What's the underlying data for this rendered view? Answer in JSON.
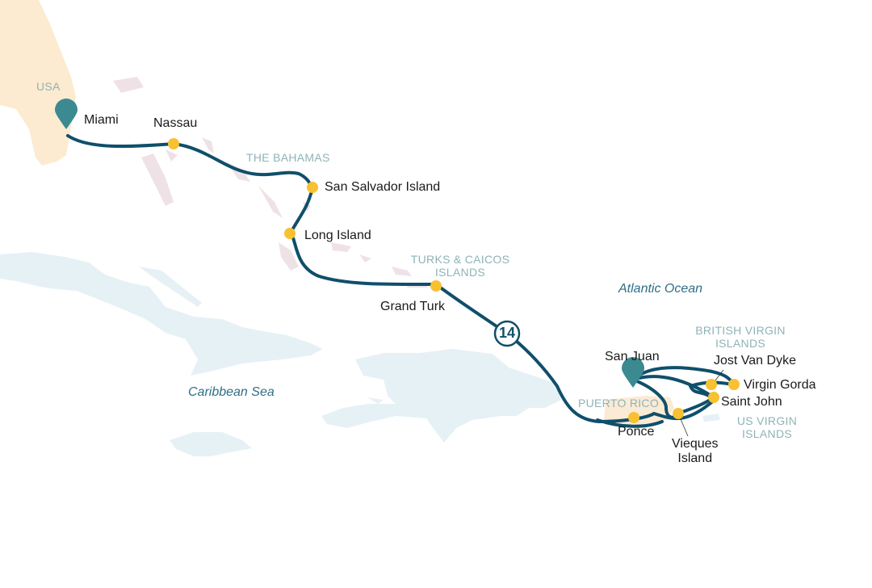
{
  "map": {
    "colors": {
      "background": "#ffffff",
      "usa_land": "#fcebd0",
      "bahamas_land": "#efe2e6",
      "caribbean_land": "#e6f1f6",
      "puerto_rico_land": "#fbead4",
      "route": "#0f4f6b",
      "port_dot": "#f8c132",
      "pin": "#3c8a91",
      "region_label": "#8fb3b8",
      "sea_label": "#2f6f86"
    },
    "regions": {
      "usa": "USA",
      "bahamas": "THE BAHAMAS",
      "turks_caicos_line1": "TURKS & CAICOS",
      "turks_caicos_line2": "ISLANDS",
      "bvi_line1": "BRITISH VIRGIN",
      "bvi_line2": "ISLANDS",
      "puerto_rico": "PUERTO RICO",
      "usvi_line1": "US VIRGIN",
      "usvi_line2": "ISLANDS"
    },
    "seas": {
      "atlantic": "Atlantic Ocean",
      "caribbean": "Caribbean Sea"
    },
    "start_port": "Miami",
    "end_port": "San Juan",
    "ports": [
      {
        "name": "Nassau"
      },
      {
        "name": "San Salvador Island"
      },
      {
        "name": "Long Island"
      },
      {
        "name": "Grand Turk"
      },
      {
        "name": "Ponce"
      },
      {
        "name": "Vieques",
        "name2": "Island"
      },
      {
        "name": "Saint John"
      },
      {
        "name": "Jost Van Dyke"
      },
      {
        "name": "Virgin Gorda"
      }
    ],
    "nights_badge": "14"
  }
}
